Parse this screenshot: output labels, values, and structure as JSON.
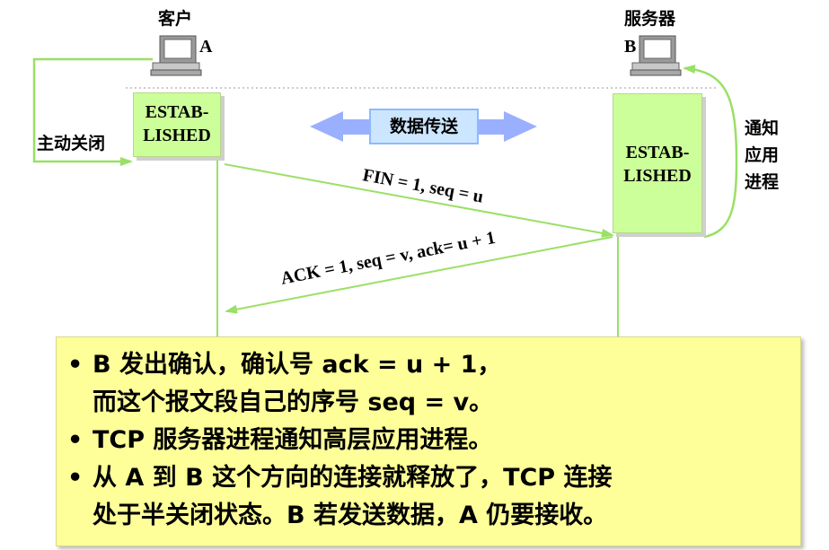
{
  "client": {
    "title": "客户",
    "letter": "A",
    "state_line1": "ESTAB-",
    "state_line2": "LISHED",
    "side_label": "主动关闭"
  },
  "server": {
    "title": "服务器",
    "letter": "B",
    "state_line1": "ESTAB-",
    "state_line2": "LISHED",
    "side_label_lines": [
      "通知",
      "应用",
      "进程"
    ]
  },
  "transfer": {
    "label": "数据传送"
  },
  "messages": [
    {
      "text": "FIN = 1, seq = u"
    },
    {
      "text": "ACK = 1, seq = v, ack= u + 1"
    }
  ],
  "notes": [
    {
      "bullet": "•",
      "lines": [
        "B 发出确认，确认号 ack = u + 1，",
        "而这个报文段自己的序号 seq = v。"
      ]
    },
    {
      "bullet": "•",
      "lines": [
        "TCP 服务器进程通知高层应用进程。"
      ]
    },
    {
      "bullet": "•",
      "lines": [
        "从 A 到 B 这个方向的连接就释放了，TCP 连接",
        "处于半关闭状态。B 若发送数据，A 仍要接收。"
      ]
    }
  ],
  "colors": {
    "state_fill": "#ccff99",
    "notes_fill": "#ffff99",
    "transfer_fill": "#cce6ff",
    "line_green": "#99e066",
    "arrow_blue": "#9ab0ff",
    "computer_gray": "#b0b0b0"
  }
}
